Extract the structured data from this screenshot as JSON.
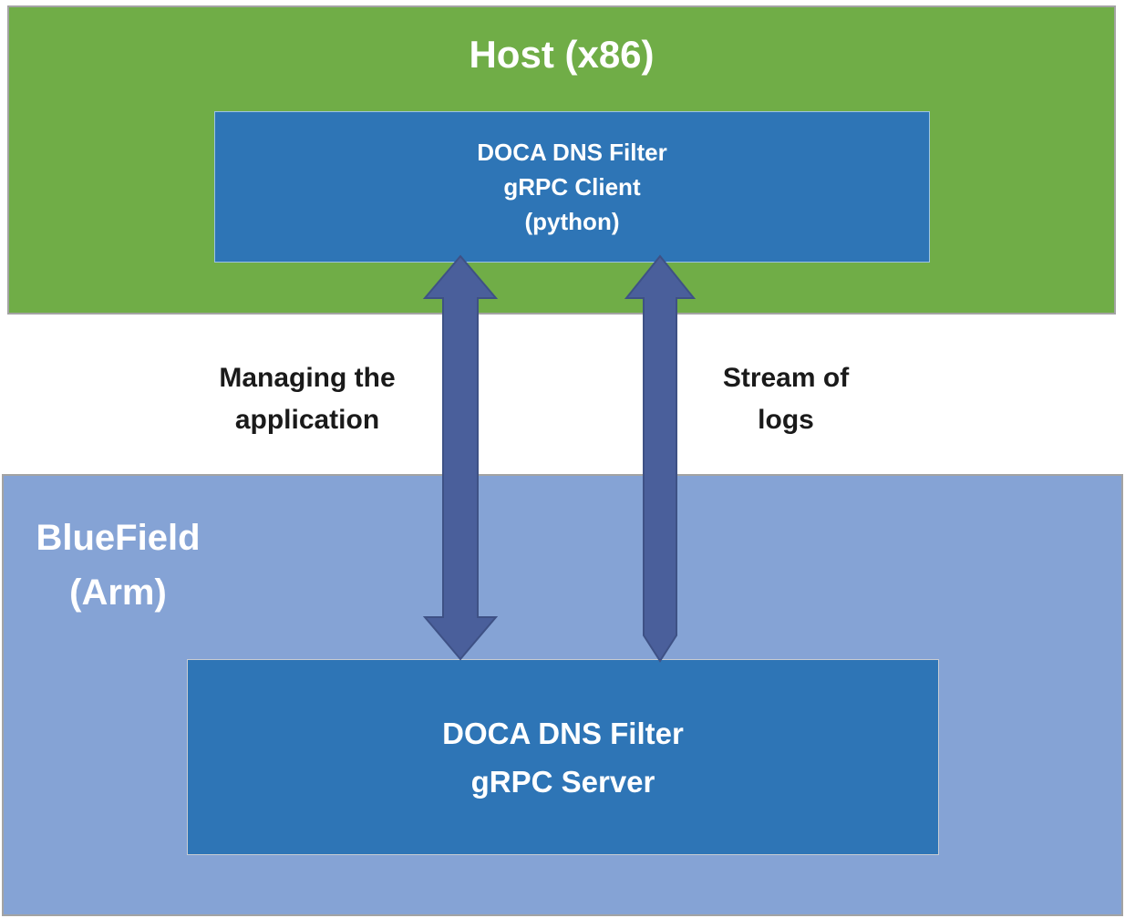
{
  "colors": {
    "host_bg": "#70AD47",
    "bluefield_bg": "#85A3D5",
    "box_bg": "#2E75B6",
    "box_border": "#9DC3E6",
    "server_box_border": "#C8CCD2",
    "region_border": "#A3A3A3",
    "arrow_fill": "#4A5F9B",
    "arrow_stroke": "#3E5185",
    "title_text": "#FFFFFF",
    "annotation_text": "#1A1A1A"
  },
  "host": {
    "title": "Host (x86)",
    "client_box": {
      "line1": "DOCA DNS Filter",
      "line2": "gRPC Client",
      "line3": "(python)"
    }
  },
  "bluefield": {
    "title_line1": "BlueField",
    "title_line2": "(Arm)",
    "server_box": {
      "line1": "DOCA DNS Filter",
      "line2": "gRPC Server"
    }
  },
  "annotations": {
    "managing_line1": "Managing the",
    "managing_line2": "application",
    "stream_line1": "Stream of",
    "stream_line2": "logs"
  },
  "arrows": [
    {
      "name": "managing-arrow",
      "direction": "bidirectional"
    },
    {
      "name": "logs-arrow",
      "direction": "up"
    }
  ]
}
